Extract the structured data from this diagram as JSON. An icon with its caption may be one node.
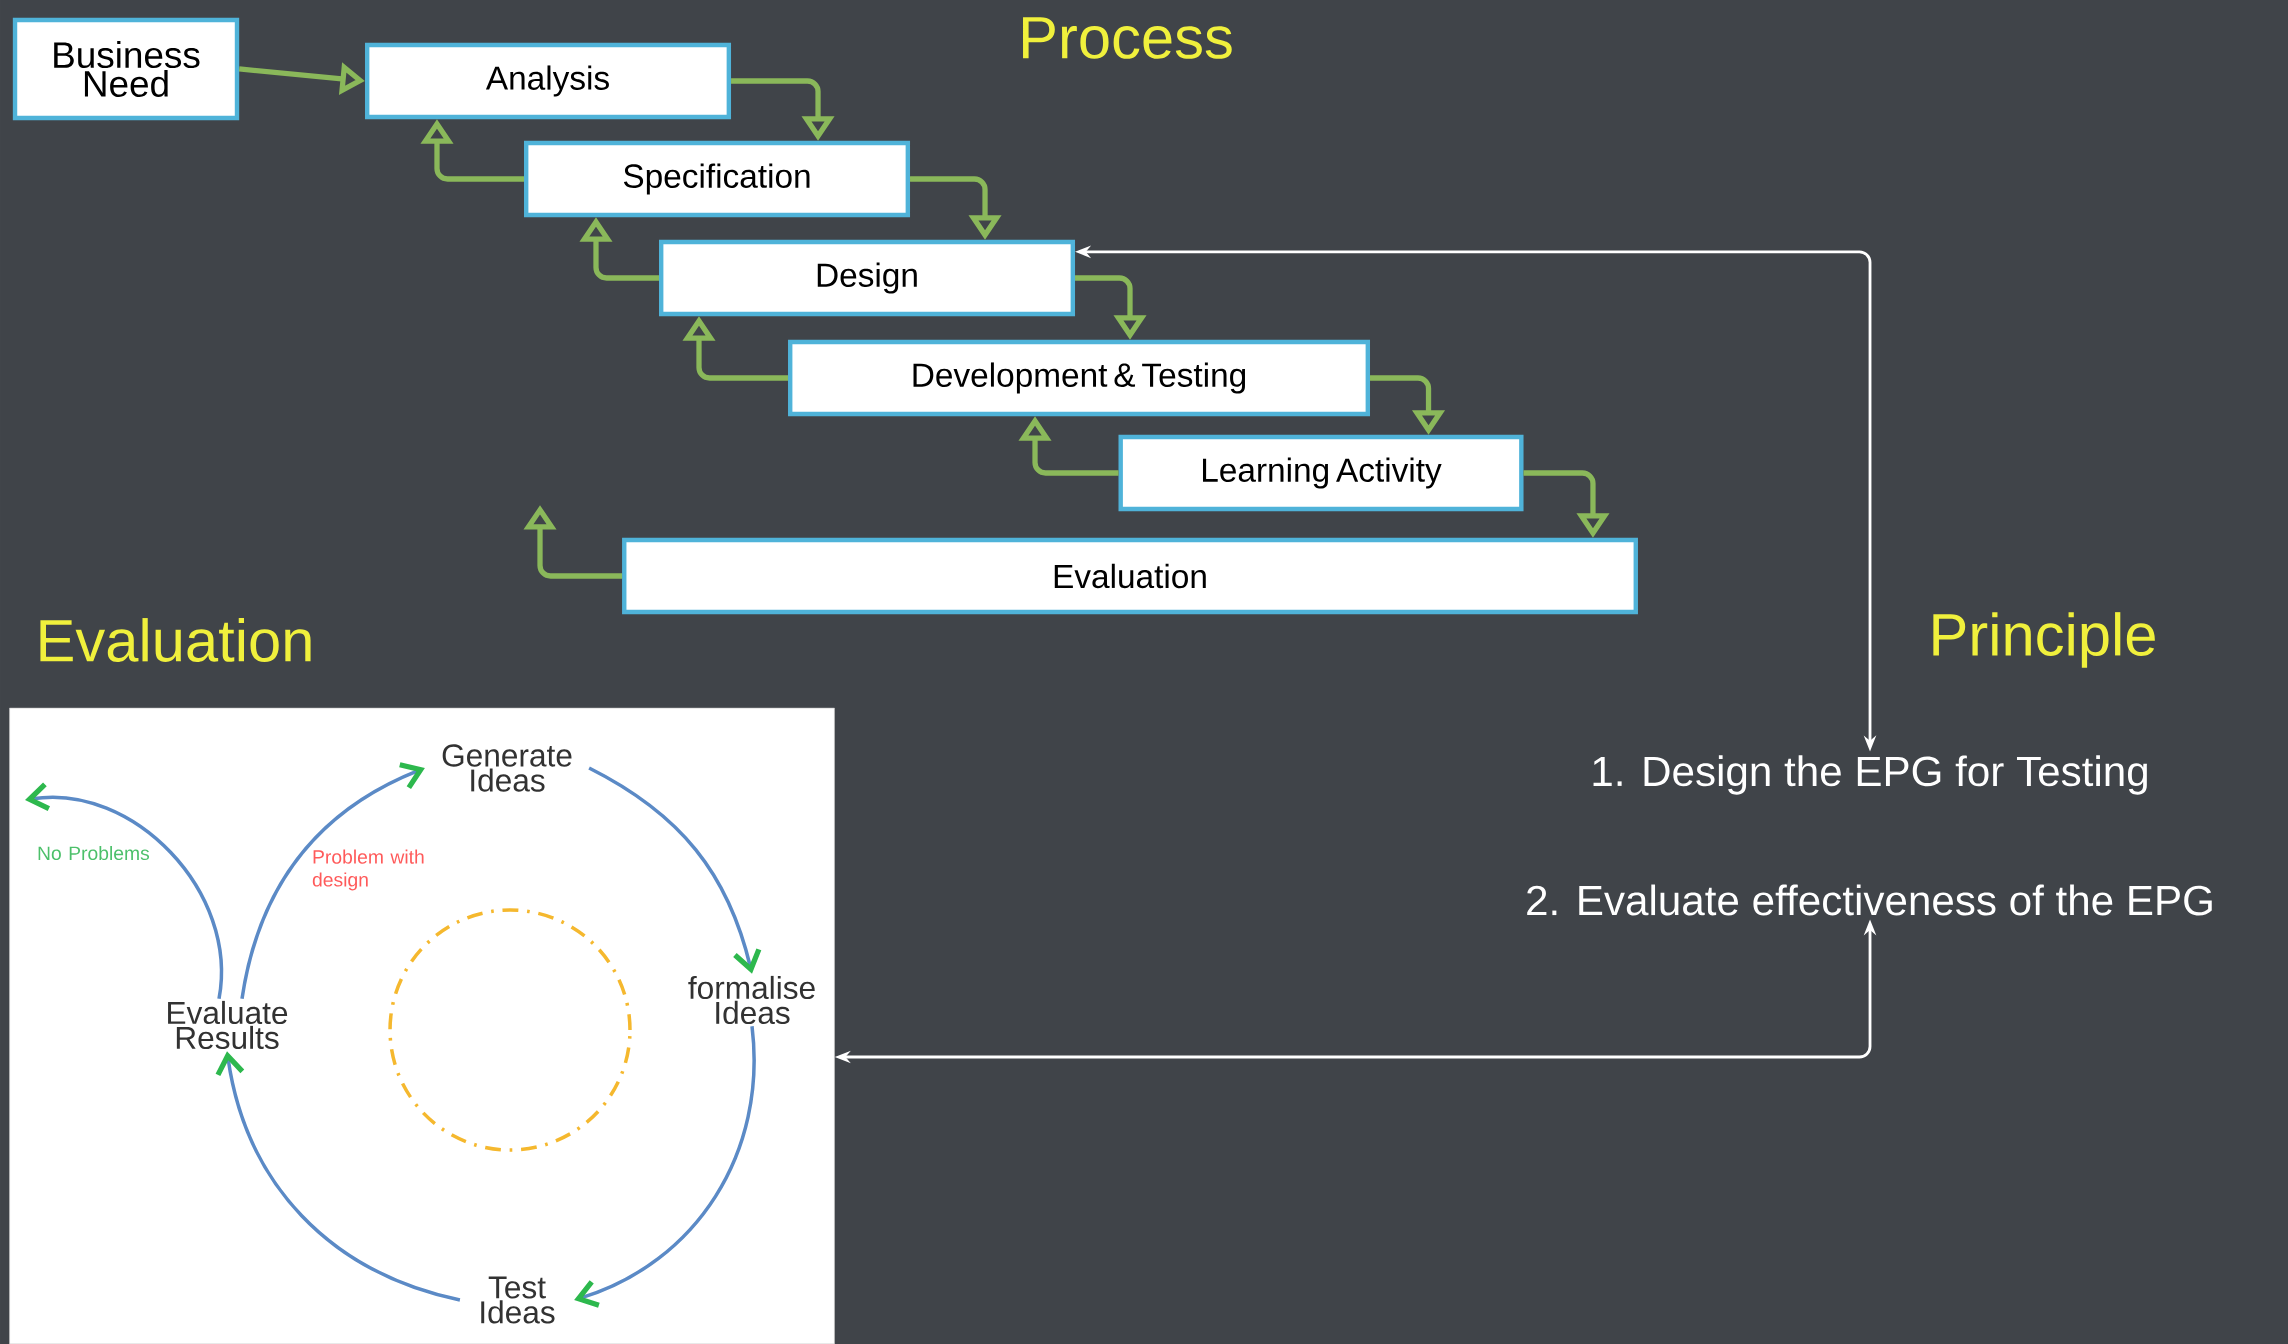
{
  "diagram": {
    "nodes": [
      {
        "text": [
          "Business Need"
        ]
      },
      {
        "text": [
          "Analysis"
        ]
      },
      {
        "text": [
          "Specification"
        ]
      },
      {
        "text": [
          "Design"
        ]
      },
      {
        "text": [
          "Development & Testing"
        ]
      },
      {
        "text": [
          "Learning Activity"
        ]
      },
      {
        "text": [
          "Evaluation"
        ]
      },
      {
        "text": [],
        "shape": "box"
      },
      {
        "text": [
          "Generate Ideas"
        ],
        "in": 7
      },
      {
        "text": [
          "formalise Ideas"
        ],
        "in": 7
      },
      {
        "text": [
          "Test Ideas"
        ],
        "in": 7
      },
      {
        "text": [
          "Evaluate Results"
        ],
        "in": 7
      },
      {
        "text": [
          "1. Design the EPG for Testing"
        ]
      },
      {
        "text": [
          "2. Evaluate effectiveness of the EPG"
        ]
      },
      {
        "text": [],
        "shape": "circle",
        "in": 7
      }
    ],
    "edges": [
      {
        "from": 0,
        "to": 1,
        "arrow": "to"
      },
      {
        "from": 1,
        "to": 2,
        "arrow": "to"
      },
      {
        "from": 2,
        "to": 1,
        "arrow": "to"
      },
      {
        "from": 2,
        "to": 3,
        "arrow": "to"
      },
      {
        "from": 3,
        "to": 2,
        "arrow": "to"
      },
      {
        "from": 3,
        "to": 4,
        "arrow": "to"
      },
      {
        "from": 4,
        "to": 3,
        "arrow": "to"
      },
      {
        "from": 4,
        "to": 5,
        "arrow": "to"
      },
      {
        "from": 5,
        "to": 4,
        "arrow": "to"
      },
      {
        "from": 5,
        "to": 6,
        "arrow": "to"
      },
      {
        "from": 6,
        "to": null,
        "arrow": "to"
      },
      {
        "from": 3,
        "to": 12,
        "arrow": "both",
        "color": "#ffffff"
      },
      {
        "from": 13,
        "to": 7,
        "arrow": "both",
        "color": "#ffffff"
      },
      {
        "from": 8,
        "to": 9,
        "arrow": "to",
        "color": "#5b8ac6"
      },
      {
        "from": 9,
        "to": 10,
        "arrow": "to",
        "color": "#5b8ac6"
      },
      {
        "from": 10,
        "to": 11,
        "arrow": "to",
        "color": "#5b8ac6"
      },
      {
        "from": 11,
        "to": 8,
        "arrow": "to",
        "color": "#5b8ac6",
        "label": "Problem with design"
      },
      {
        "from": 11,
        "to": null,
        "arrow": "to",
        "color": "#5b8ac6",
        "label": "No Problems"
      }
    ],
    "labels": [
      "Process",
      "Evaluation",
      "Principle"
    ]
  }
}
